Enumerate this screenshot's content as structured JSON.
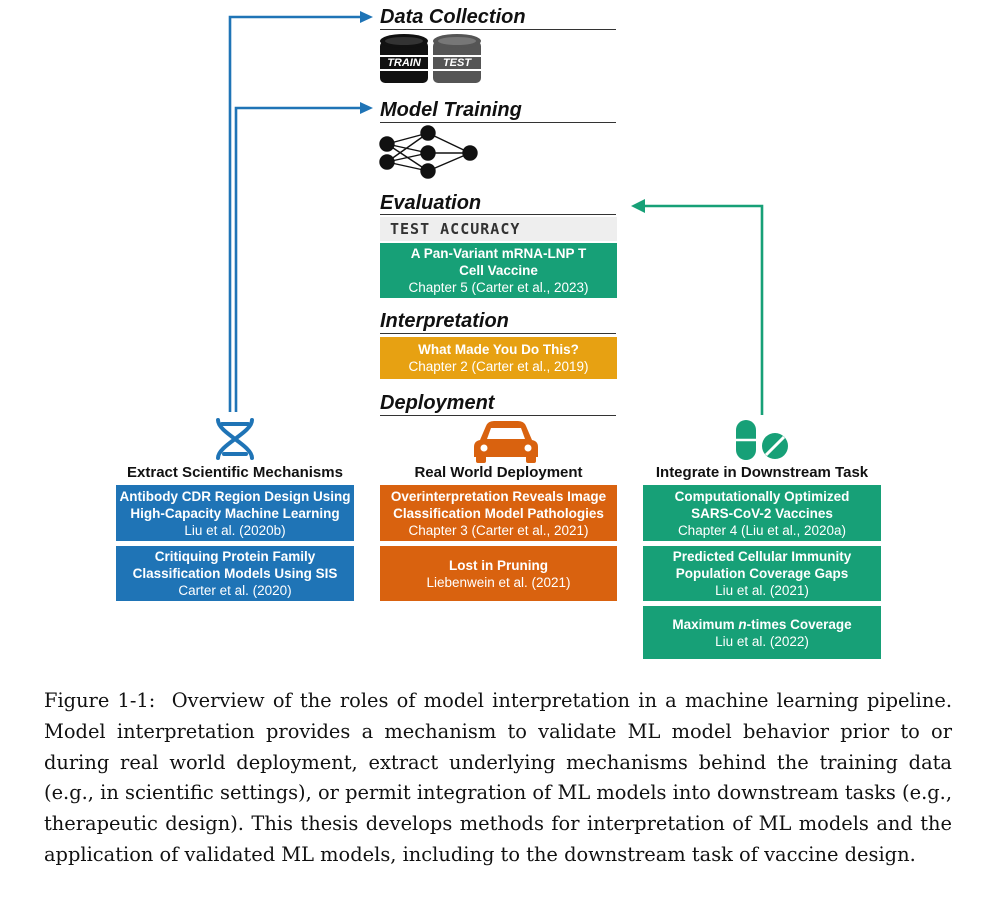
{
  "stages": {
    "data_collection": "Data Collection",
    "model_training": "Model Training",
    "evaluation": "Evaluation",
    "interpretation": "Interpretation",
    "deployment": "Deployment"
  },
  "db_labels": {
    "train": "TRAIN",
    "test": "TEST"
  },
  "test_accuracy": "TEST ACCURACY",
  "evaluation_box": {
    "title": "A Pan-Variant mRNA-LNP T Cell Vaccine",
    "cite": "Chapter 5 (Carter et al., 2023)"
  },
  "interpretation_box": {
    "title": "What Made You Do This?",
    "cite": "Chapter 2 (Carter et al., 2019)"
  },
  "columns": {
    "left": {
      "title": "Extract Scientific Mechanisms",
      "boxes": [
        {
          "title_line1": "Antibody CDR Region Design Using",
          "title_line2": "High-Capacity Machine Learning",
          "cite": "Liu et al. (2020b)"
        },
        {
          "title_line1": "Critiquing Protein Family",
          "title_line2": "Classification Models Using SIS",
          "cite": "Carter et al. (2020)"
        }
      ]
    },
    "middle": {
      "title": "Real World Deployment",
      "boxes": [
        {
          "title_line1": "Overinterpretation Reveals Image",
          "title_line2": "Classification Model Pathologies",
          "cite": "Chapter 3 (Carter et al., 2021)"
        },
        {
          "title_line1": "Lost in Pruning",
          "cite": "Liebenwein et al. (2021)"
        }
      ]
    },
    "right": {
      "title": "Integrate in Downstream Task",
      "boxes": [
        {
          "title_line1": "Computationally Optimized",
          "title_line2": "SARS-CoV-2 Vaccines",
          "cite": "Chapter 4 (Liu et al., 2020a)"
        },
        {
          "title_line1": "Predicted Cellular Immunity",
          "title_line2": "Population Coverage Gaps",
          "cite": "Liu et al. (2021)"
        },
        {
          "title_pre": "Maximum ",
          "title_italic": "n",
          "title_post": "-times Coverage",
          "cite": "Liu et al. (2022)"
        }
      ]
    }
  },
  "caption": {
    "label": "Figure 1-1:",
    "text": "Overview of the roles of model interpretation in a machine learning pipeline. Model interpretation provides a mechanism to validate ML model behavior prior to or during real world deployment, extract underlying mechanisms behind the training data (e.g., in scientific settings), or permit integration of ML models into downstream tasks (e.g., therapeutic design). This thesis develops methods for interpretation of ML models and the application of validated ML models, including to the downstream task of vaccine design."
  },
  "colors": {
    "blue": "#1f74b6",
    "green": "#17a077",
    "orange": "#d9620f",
    "yellow": "#e7a112"
  },
  "icons": [
    "database-icon",
    "neural-network-icon",
    "dna-icon",
    "car-icon",
    "pill-icon"
  ]
}
